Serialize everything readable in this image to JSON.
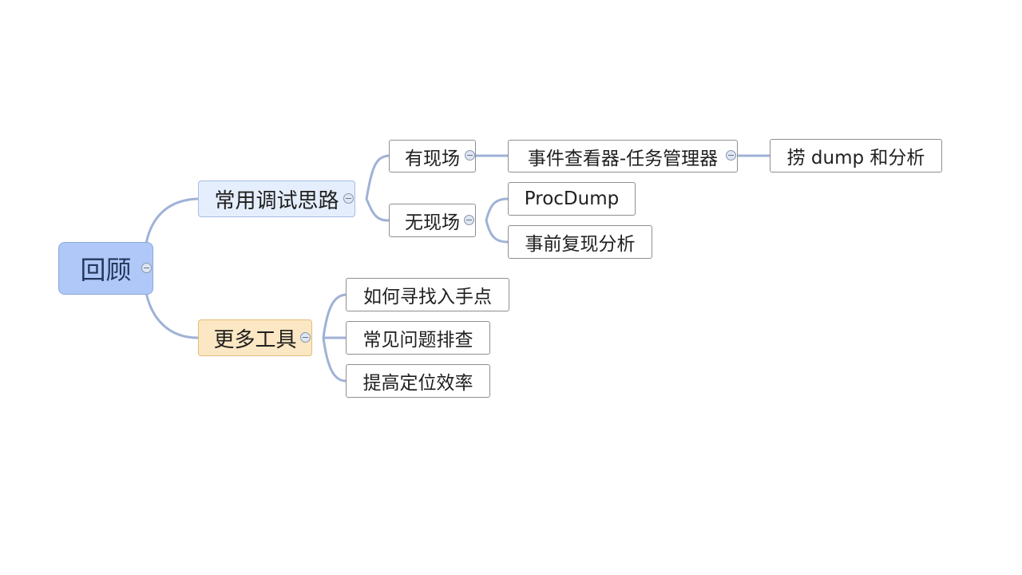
{
  "mindmap": {
    "root": "回顾",
    "branch_debug": {
      "title": "常用调试思路",
      "with_scene": {
        "title": "有现场",
        "tool": "事件查看器-任务管理器",
        "tool_child": "捞 dump 和分析"
      },
      "no_scene": {
        "title": "无现场",
        "items": [
          "ProcDump",
          "事前复现分析"
        ]
      }
    },
    "branch_tools": {
      "title": "更多工具",
      "items": [
        "如何寻找入手点",
        "常见问题排查",
        "提高定位效率"
      ]
    }
  },
  "colors": {
    "connector": "#9fb2d6",
    "root_fill": "#afc8f8",
    "branch_debug_fill": "#e5eefc",
    "branch_tools_fill": "#fbe7c3",
    "sub_border": "#8f8f8f"
  }
}
